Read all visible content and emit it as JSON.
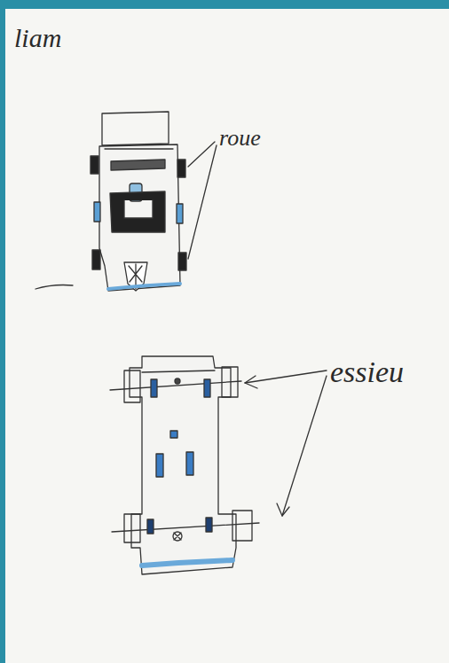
{
  "diagram": {
    "labels": [
      "liam",
      "roue",
      "essieu"
    ]
  }
}
